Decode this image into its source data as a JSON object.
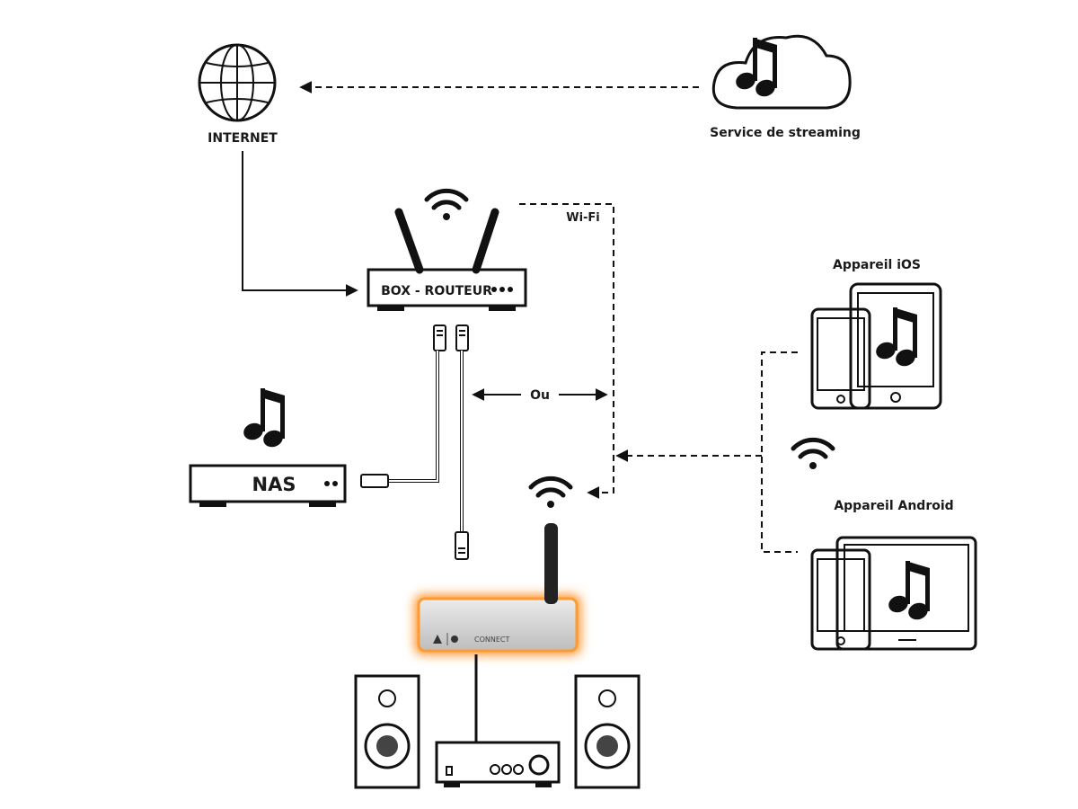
{
  "labels": {
    "internet": "INTERNET",
    "streaming": "Service de streaming",
    "router": "BOX - ROUTEUR",
    "wifi": "Wi-Fi",
    "ou": "Ou",
    "nas": "NAS",
    "ios": "Appareil iOS",
    "android": "Appareil Android",
    "connect": "CONNECT"
  },
  "icons": [
    "globe-icon",
    "cloud-music-icon",
    "wifi-icon",
    "router-icon",
    "ethernet-plug-icon",
    "music-note-icon",
    "nas-icon",
    "phone-icon",
    "tablet-icon",
    "speaker-icon",
    "amplifier-icon",
    "streamer-device-icon"
  ],
  "colors": {
    "highlight_glow": "#ff8c1a",
    "line": "#111111",
    "device_silver": "#d4d4d4"
  }
}
